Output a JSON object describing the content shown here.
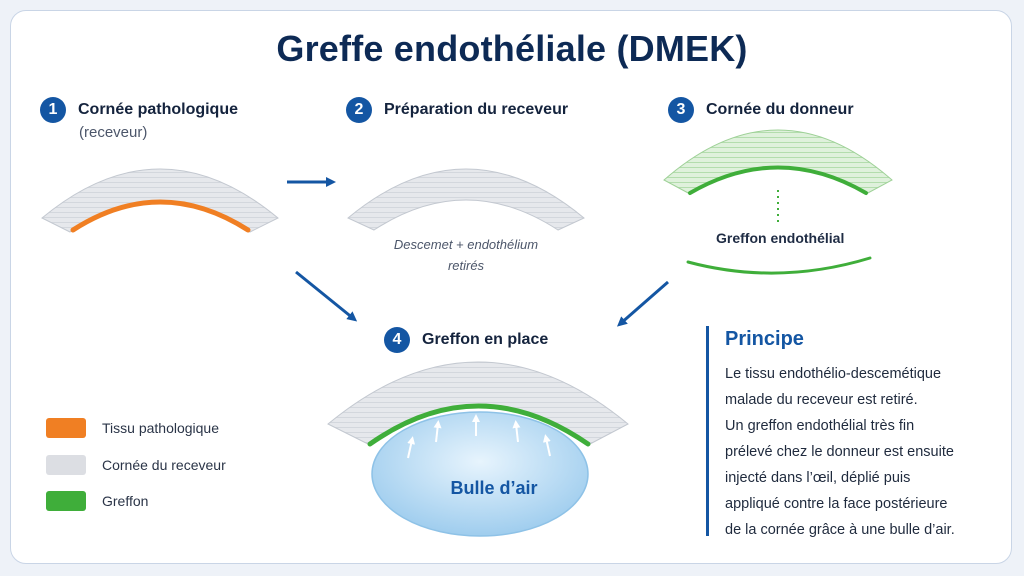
{
  "title": "Greffe endothéliale (DMEK)",
  "steps": [
    {
      "number": "1",
      "label": "Cornée pathologique",
      "sublabel": "(receveur)"
    },
    {
      "number": "2",
      "label": "Préparation du receveur",
      "caption_line1": "Descemet + endothélium",
      "caption_line2": "retirés"
    },
    {
      "number": "3",
      "label": "Cornée du donneur",
      "graft_label": "Greffon endothélial"
    },
    {
      "number": "4",
      "label": "Greffon en place",
      "bubble_label": "Bulle d’air"
    }
  ],
  "legend": [
    {
      "label": "Tissu pathologique",
      "color": "#f07f23"
    },
    {
      "label": "Cornée du receveur",
      "color": "#dcdee3"
    },
    {
      "label": "Greffon",
      "color": "#3fae3a"
    }
  ],
  "principle": {
    "title": "Principe",
    "lines": [
      "Le tissu endothélio-descemétique",
      "malade du receveur est retiré.",
      "Un greffon endothélial très fin",
      "prélevé chez le donneur est ensuite",
      "injecté dans l’œil, déplié puis",
      "appliqué contre la face postérieure",
      "de la cornée grâce à une bulle d’air."
    ]
  },
  "colors": {
    "accent": "#1456a3",
    "title": "#0d2a55",
    "pathologic": "#f07f23",
    "cornea": "#dcdee3",
    "graft": "#3fae3a",
    "air": "#bfe0f7"
  }
}
